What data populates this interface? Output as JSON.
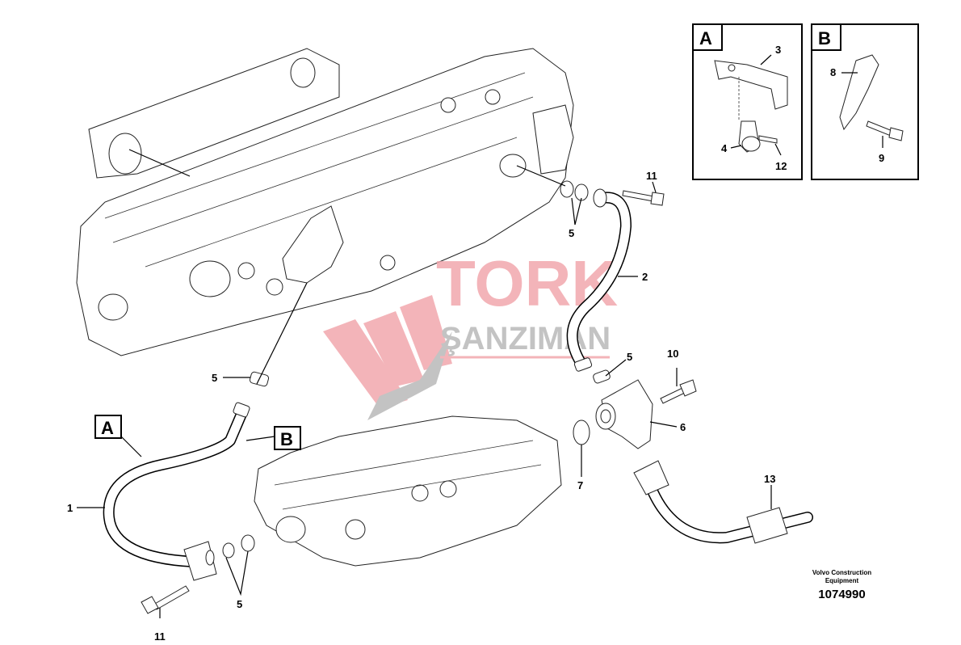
{
  "callouts": {
    "inset_a_label": "A",
    "inset_b_label": "B",
    "a_3": "3",
    "a_4": "4",
    "a_12": "12",
    "b_8": "8",
    "b_9": "9",
    "top_11": "11",
    "top_5": "5",
    "pipe_2": "2",
    "mid_5": "5",
    "bolt_10": "10",
    "elbow_6": "6",
    "seal_7": "7",
    "pipe_13": "13",
    "left_5": "5",
    "pipe_1": "1",
    "ref_a": "A",
    "ref_b": "B",
    "bottom_5": "5",
    "bottom_11": "11"
  },
  "credit": {
    "line1": "Volvo Construction",
    "line2": "Equipment",
    "ref_number": "1074990"
  },
  "watermark": {
    "brand": "TORK",
    "sub": "ŞANZIMAN",
    "primary_color": "#f2a7ad",
    "secondary_color": "#b9b9b9"
  }
}
